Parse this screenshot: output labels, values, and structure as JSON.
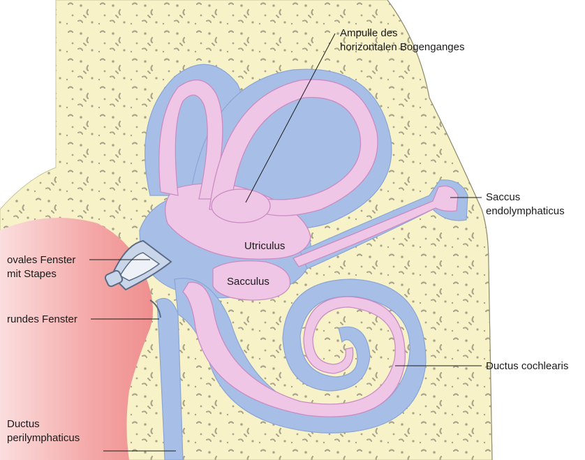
{
  "labels": {
    "ampulle_line1": "Ampulle des",
    "ampulle_line2": "horizontalen Bogenganges",
    "saccus_line1": "Saccus",
    "saccus_line2": "endolymphaticus",
    "ovales_line1": "ovales Fenster",
    "ovales_line2": "mit Stapes",
    "rundes": "rundes Fenster",
    "ductus_cochlearis": "Ductus cochlearis",
    "perilymph_line1": "Ductus",
    "perilymph_line2": "perilymphaticus",
    "utriculus": "Utriculus",
    "sacculus": "Sacculus"
  },
  "colors": {
    "bone": "#f7f2c8",
    "bone_pore": "#a9a48b",
    "perilymph_blue": "#a7bee6",
    "endolymph_pink": "#f0c6e6",
    "pink_outline": "#d79ad0",
    "middle_ear_red": "#f4a7a7",
    "stapes": "#c9d6ea"
  }
}
